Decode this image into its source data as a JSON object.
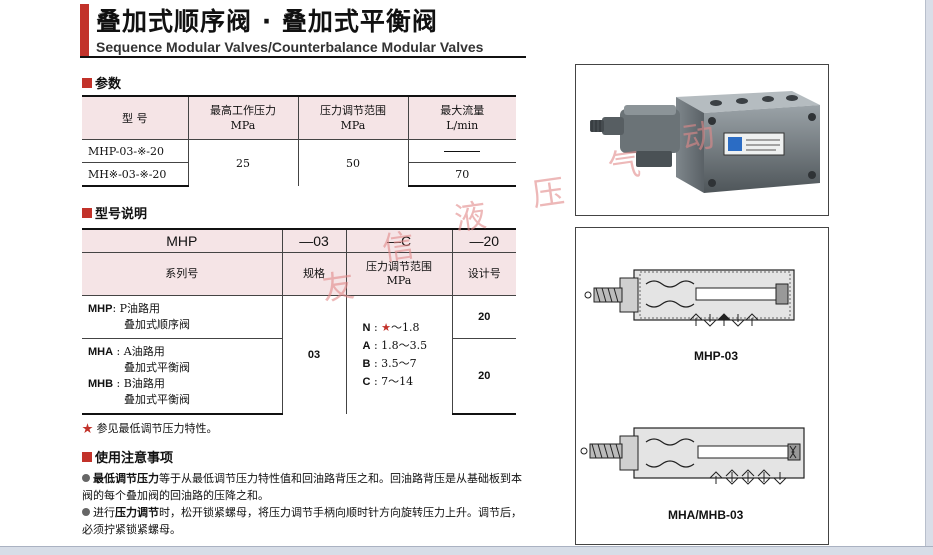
{
  "header": {
    "title_cn": "叠加式顺序阀 · 叠加式平衡阀",
    "title_en": "Sequence Modular Valves/Counterbalance Modular Valves"
  },
  "params": {
    "heading": "参数",
    "headers": [
      {
        "line1": "型 号",
        "line2": ""
      },
      {
        "line1": "最高工作压力",
        "line2": "MPa"
      },
      {
        "line1": "压力调节范围",
        "line2": "MPa"
      },
      {
        "line1": "最大流量",
        "line2": "L/min"
      }
    ],
    "rows": [
      {
        "model": "MHP-03-※-20",
        "flow": ""
      },
      {
        "model": "MH※-03-※-20",
        "flow": "70"
      }
    ],
    "max_pressure": "25",
    "pressure_range": "50"
  },
  "model_desc": {
    "heading": "型号说明",
    "codes": [
      "MHP",
      "—03",
      "—C",
      "—20"
    ],
    "headers": [
      {
        "line1": "系列号",
        "line2": ""
      },
      {
        "line1": "规格",
        "line2": ""
      },
      {
        "line1": "压力调节范围",
        "line2": "MPa"
      },
      {
        "line1": "设计号",
        "line2": ""
      }
    ],
    "series": [
      {
        "code": "MHP",
        "sep": ": ",
        "text1": "P油路用",
        "text2": "叠加式顺序阀"
      },
      {
        "code": "MHA",
        "sep": " : ",
        "text1": "A油路用",
        "text2": "叠加式平衡阀"
      },
      {
        "code": "MHB",
        "sep": " : ",
        "text1": "B油路用",
        "text2": "叠加式平衡阀"
      }
    ],
    "size": "03",
    "pressure_options": [
      {
        "code": "N",
        "sep": " : ",
        "star": "★",
        "value": "～1.8"
      },
      {
        "code": "A",
        "sep": " : ",
        "star": "",
        "value": "1.8～3.5"
      },
      {
        "code": "B",
        "sep": " : ",
        "star": "",
        "value": "3.5～7"
      },
      {
        "code": "C",
        "sep": " : ",
        "star": "",
        "value": "7～14"
      }
    ],
    "design_numbers": [
      "20",
      "20"
    ]
  },
  "footnote": {
    "star": "★",
    "text": "参见最低调节压力特性。"
  },
  "usage": {
    "heading": "使用注意事项",
    "items": [
      {
        "bold": "最低调节压力",
        "text": "等于从最低调节压力特性值和回油路背压之和。回油路背压是从基础板到本阀的每个叠加阀的回油路的压降之和。"
      },
      {
        "pre": "进行",
        "bold": "压力调节",
        "text": "时，松开锁紧螺母，将压力调节手柄向顺时针方向旋转压力上升。调节后，必须拧紧锁紧螺母。"
      }
    ]
  },
  "figures": {
    "captions": [
      "MHP-03",
      "MHA/MHB-03"
    ],
    "watermark": [
      "友",
      "信",
      "液",
      "压",
      "气",
      "动"
    ]
  },
  "colors": {
    "accent": "#c2322a",
    "table_header": "#f5e4e6"
  }
}
